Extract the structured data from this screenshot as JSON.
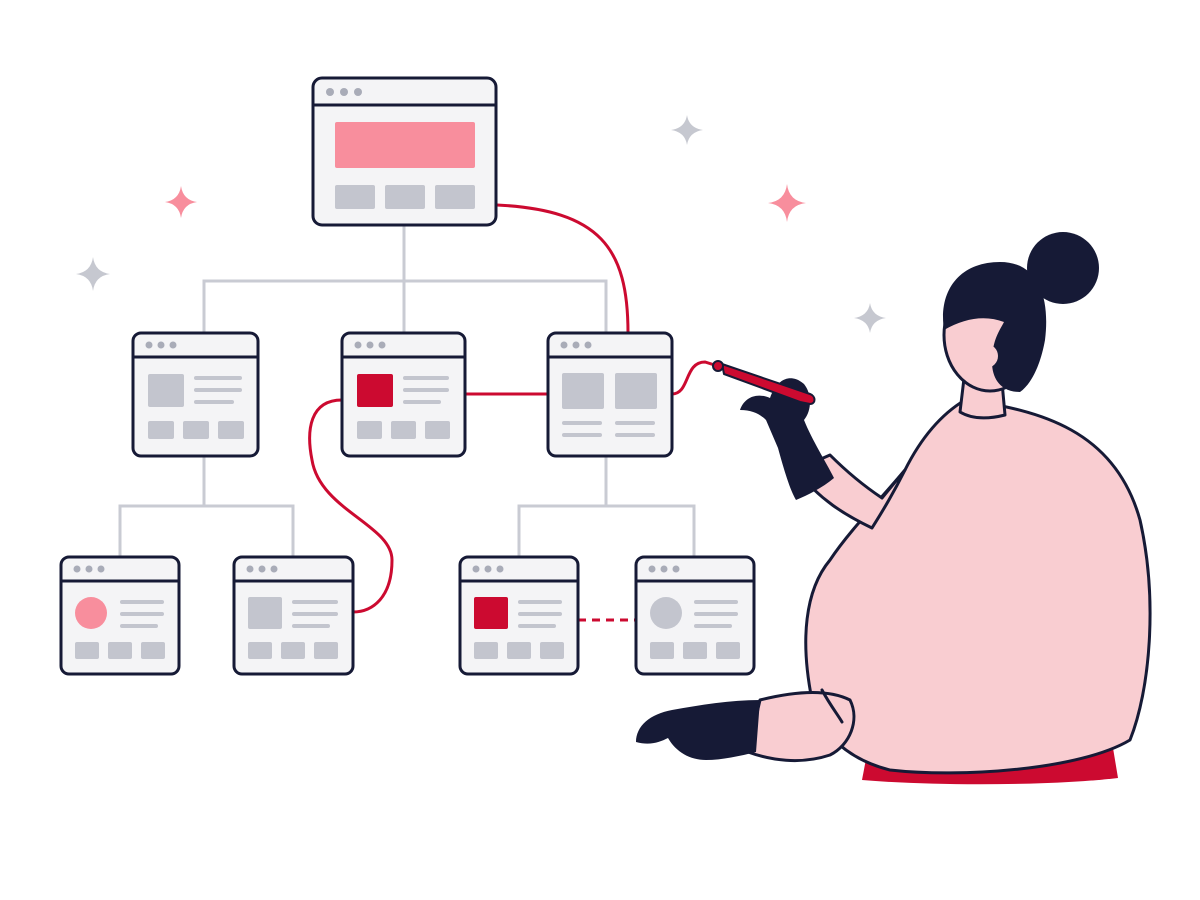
{
  "colors": {
    "ink": "#161a36",
    "window_fill": "#f4f4f6",
    "placeholder_gray": "#c3c5ce",
    "pink": "#f88e9d",
    "red": "#cc0a30",
    "connector_gray": "#c9cbd3",
    "skin_pink": "#f9cdd1",
    "sparkle_gray": "#c6c8d0"
  },
  "illustration": {
    "subject": "person-drawing-sitemap",
    "elements": [
      "sitemap-tree",
      "wireframe-windows",
      "red-marker-path",
      "sparkles",
      "seated-person-with-marker"
    ]
  }
}
